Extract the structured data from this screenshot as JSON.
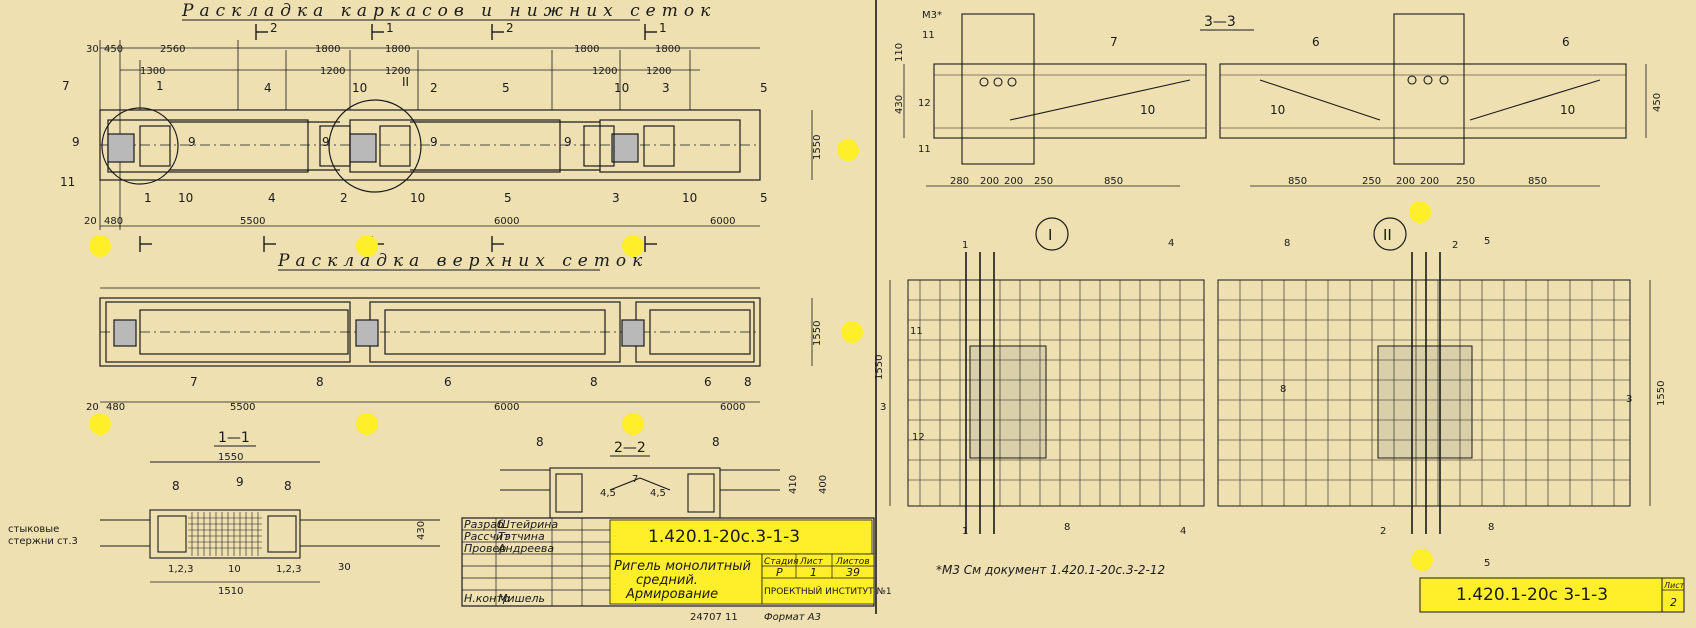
{
  "top_titles": {
    "cages_and_lower_meshes": "Раскладка каркасов и нижних сеток",
    "upper_meshes": "Раскладка верхних сеток"
  },
  "section_labels": {
    "s11": "1—1",
    "s22": "2—2",
    "s33": "3—3",
    "node_I": "I",
    "node_II": "II"
  },
  "dimensions_top": {
    "d30": "30",
    "d450": "450",
    "d2560": "2560",
    "d1300": "1300",
    "d1800a": "1800",
    "d1800b": "1800",
    "d1200a": "1200",
    "d1200b": "1200",
    "d1800c": "1800",
    "d1800d": "1800",
    "d1200c": "1200",
    "d1200d": "1200",
    "d1550": "1550",
    "d20": "20",
    "d480": "480",
    "d5500": "5500",
    "d6000a": "6000",
    "d6000b": "6000"
  },
  "marks_top": [
    "1",
    "2",
    "1",
    "2",
    "1",
    "4",
    "10",
    "II",
    "2",
    "5",
    "10",
    "3",
    "5",
    "7",
    "9",
    "11",
    "9",
    "9",
    "9",
    "9",
    "10",
    "1",
    "4",
    "2",
    "10",
    "5",
    "3",
    "10",
    "5"
  ],
  "dimensions_mid": {
    "d1550": "1550",
    "d20": "20",
    "d480": "480",
    "d5500": "5500",
    "d6000a": "6000",
    "d6000b": "6000"
  },
  "marks_mid": [
    "7",
    "8",
    "6",
    "8",
    "6",
    "8"
  ],
  "section_11": {
    "d1550": "1550",
    "d1510": "1510",
    "d430": "430",
    "d30": "30",
    "m8a": "8",
    "m9": "9",
    "m8b": "8",
    "m123a": "1,2,3",
    "m10": "10",
    "m123b": "1,2,3",
    "joint_note_1": "стыковые",
    "joint_note_2": "стержни ст.3"
  },
  "section_22": {
    "m8a": "8",
    "m8b": "8",
    "m45a": "4,5",
    "m45b": "4,5",
    "m7": "7",
    "d410": "410",
    "d400": "400"
  },
  "right_dims": {
    "d280": "280",
    "d200a": "200",
    "d200b": "200",
    "d250": "250",
    "d850a": "850",
    "d850b": "850",
    "d250b": "250",
    "d200c": "200",
    "d200d": "200",
    "d250c": "250",
    "d850c": "850",
    "d110": "110",
    "d430": "430",
    "d450": "450",
    "d1550a": "1550",
    "d1550b": "1550",
    "m3": "М3*",
    "m7": "7",
    "m6a": "6",
    "m6b": "6",
    "m10a": "10",
    "m10b": "10",
    "m10c": "10",
    "m11a": "11",
    "m11b": "11",
    "m12a": "12",
    "m12b": "12",
    "m1a": "1",
    "m1b": "1",
    "m2a": "2",
    "m2b": "2",
    "m4a": "4",
    "m4b": "4",
    "m8a": "8",
    "m8b": "8",
    "m8c": "8",
    "m8d": "8",
    "m5a": "5",
    "m5b": "5",
    "m3a": "3",
    "m3b": "3"
  },
  "footnote": "*М3 См документ 1.420.1-20с.3-2-12",
  "title_block": {
    "code": "1.420.1-20с.3-1-3",
    "rows": [
      {
        "role": "Разраб",
        "name": "Штейрина"
      },
      {
        "role": "Рассчит",
        "name": "Тэтчина"
      },
      {
        "role": "Провер",
        "name": "Андреева"
      },
      {
        "role": "Н.контр",
        "name": "Мишель"
      }
    ],
    "description_1": "Ригель монолитный",
    "description_2": "средний.",
    "description_3": "Армирование",
    "stage_label": "Стадия",
    "sheet_label": "Лист",
    "sheets_label": "Листов",
    "stage_value": "Р",
    "sheet_value": "1",
    "sheets_value": "39",
    "institute": "ПРОЕКТНЫЙ ИНСТИТУТ №1"
  },
  "bottom": {
    "inventory": "24707 11",
    "format": "Формат А3"
  },
  "right_stamp": {
    "code": "1.420.1-20с 3-1-3",
    "sheet_label": "Лист",
    "sheet_value": "2"
  }
}
